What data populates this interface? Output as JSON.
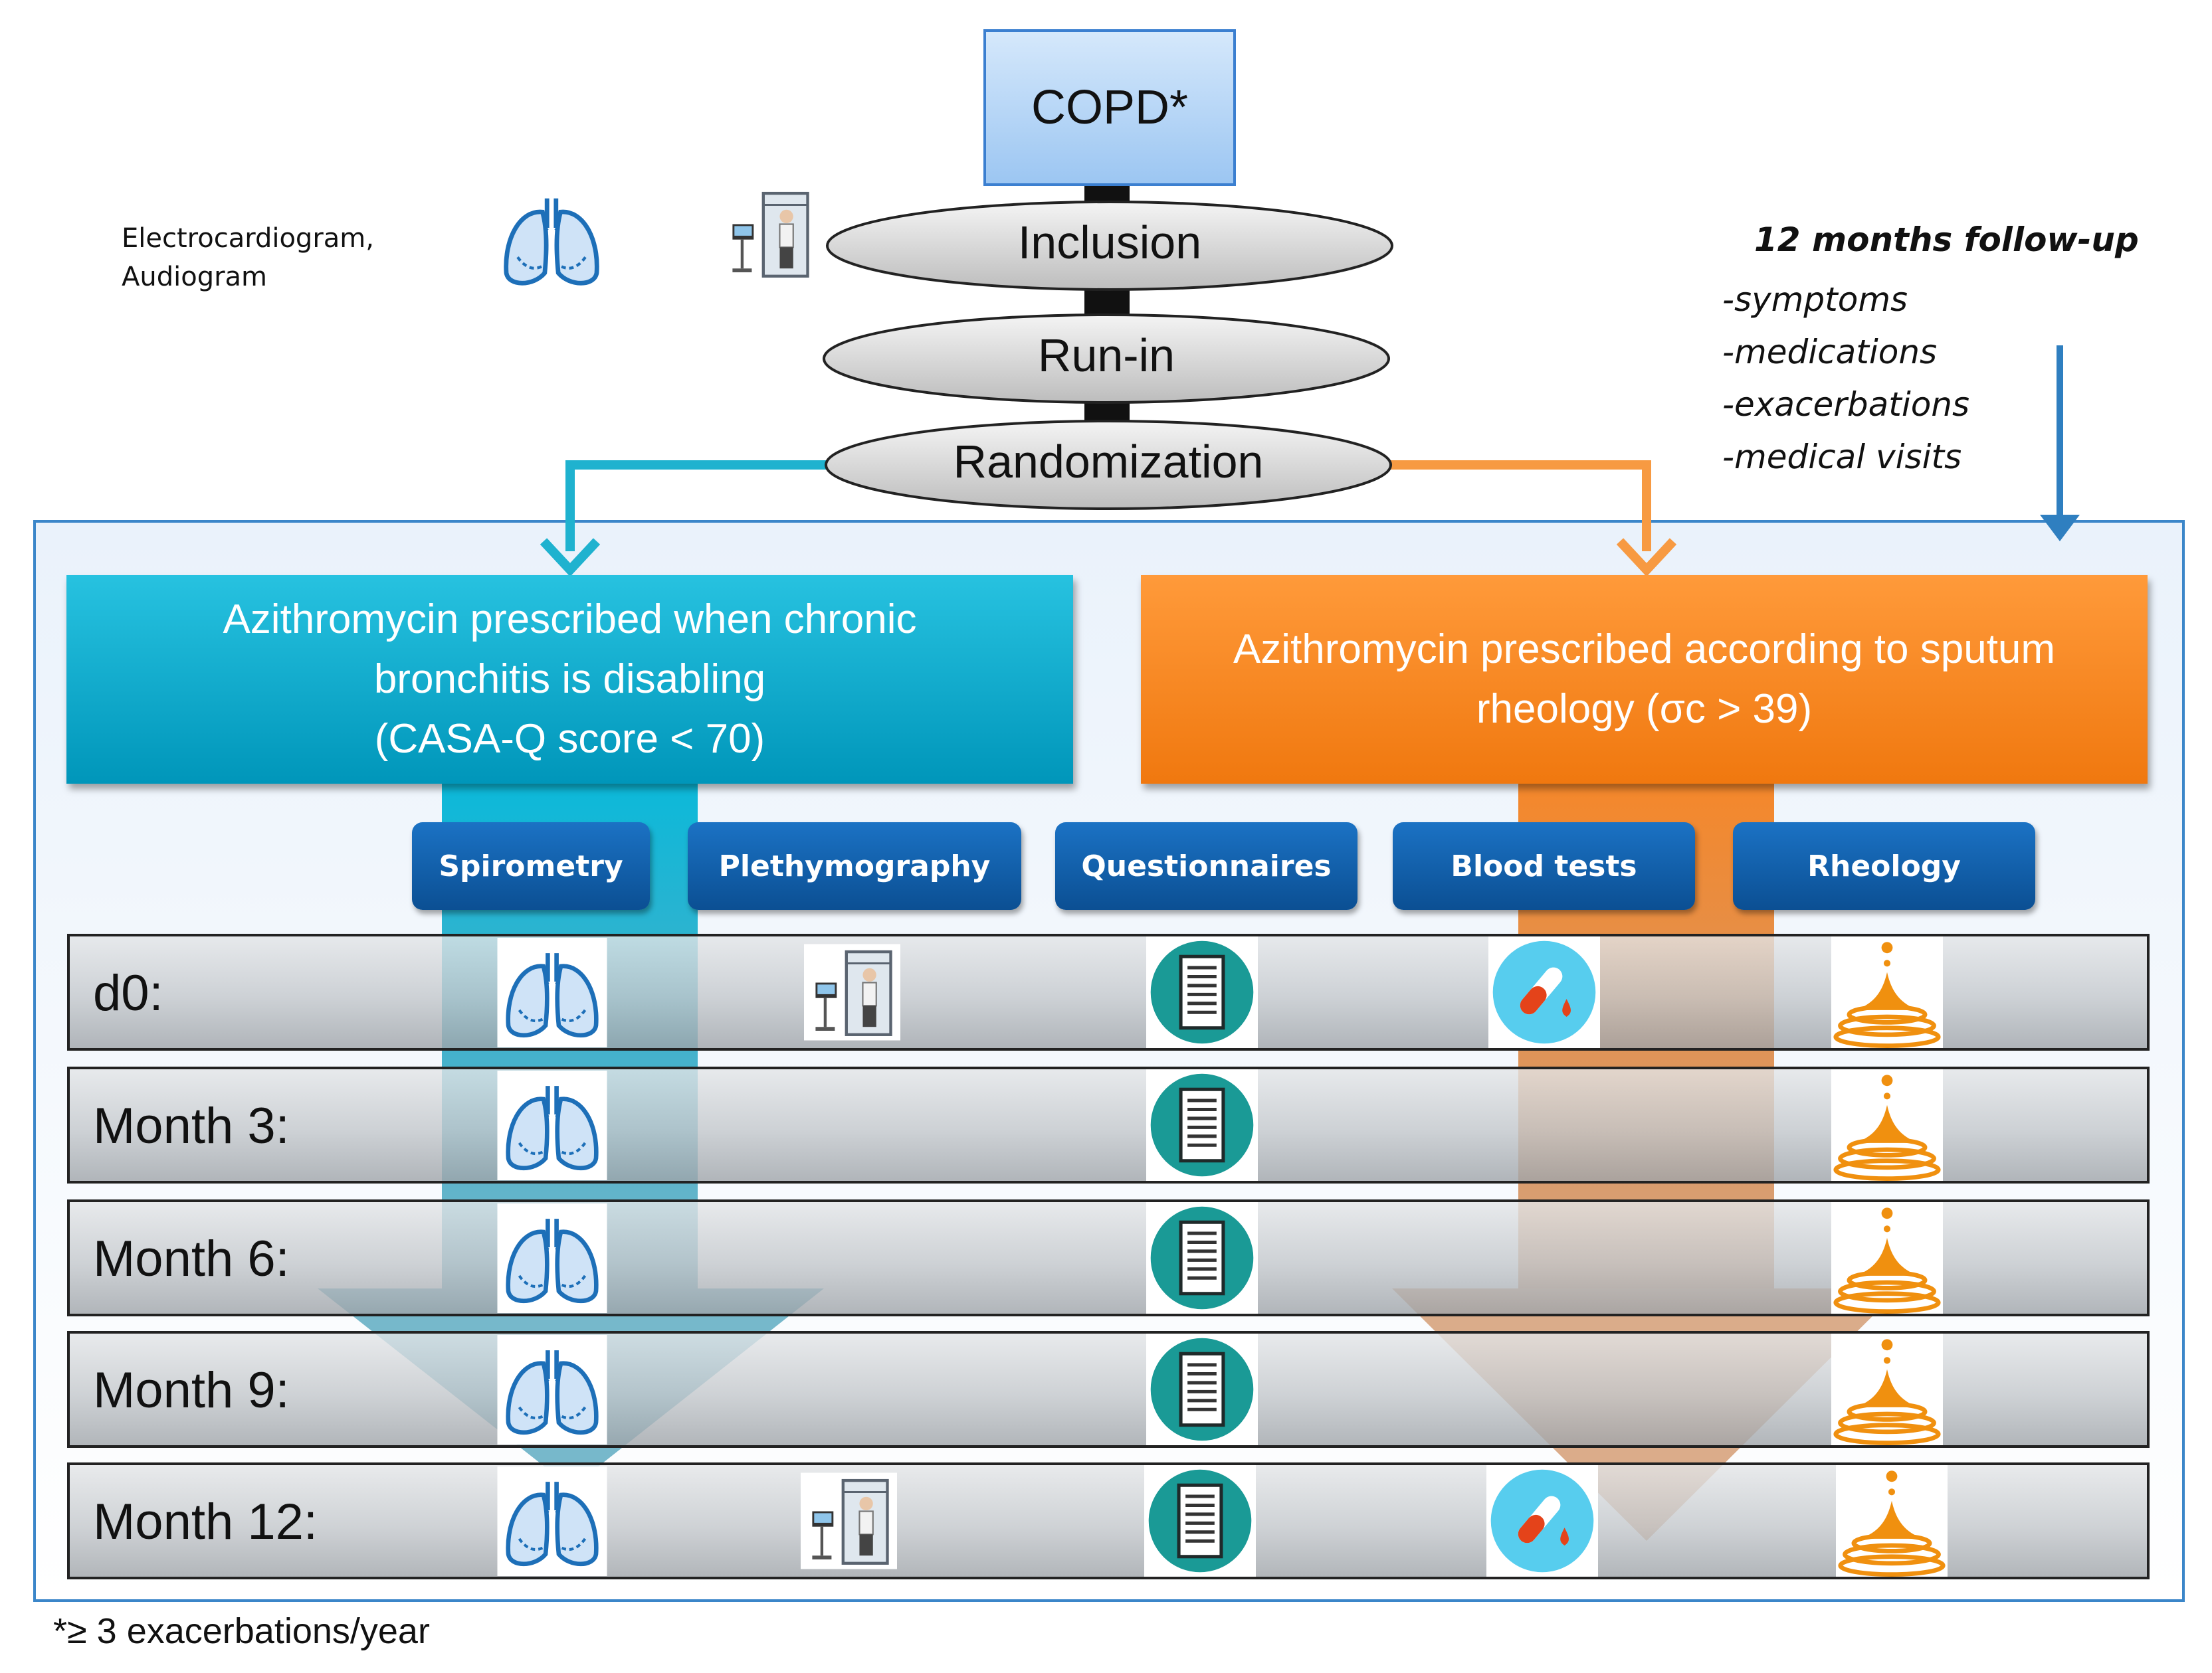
{
  "flow": {
    "copd": "COPD*",
    "inclusion": "Inclusion",
    "run_in": "Run-in",
    "randomization": "Randomization"
  },
  "side_note": {
    "line1": "Electrocardiogram,",
    "line2": "Audiogram"
  },
  "follow_up": {
    "title": "12 months follow-up",
    "items": [
      "-symptoms",
      "-medications",
      "-exacerbations",
      "-medical visits"
    ]
  },
  "arms": {
    "left": {
      "line1": "Azithromycin prescribed  when chronic",
      "line2": "bronchitis is disabling",
      "line3": "(CASA-Q  score < 70)"
    },
    "right": {
      "line1": "Azithromycin prescribed  according to sputum",
      "line2": "rheology (σc > 39)"
    }
  },
  "tests": [
    "Spirometry",
    "Plethymography",
    "Questionnaires",
    "Blood tests",
    "Rheology"
  ],
  "rows": [
    {
      "label": "d0:",
      "icons": [
        "lungs",
        "plethysmograph",
        "questionnaire",
        "blood-test",
        "rheology"
      ]
    },
    {
      "label": "Month 3:",
      "icons": [
        "lungs",
        "questionnaire",
        "rheology"
      ]
    },
    {
      "label": "Month 6:",
      "icons": [
        "lungs",
        "questionnaire",
        "rheology"
      ]
    },
    {
      "label": "Month 9:",
      "icons": [
        "lungs",
        "questionnaire",
        "rheology"
      ]
    },
    {
      "label": "Month 12:",
      "icons": [
        "lungs",
        "plethysmograph",
        "questionnaire",
        "blood-test",
        "rheology"
      ]
    }
  ],
  "footnote": "*≥ 3 exacerbations/year",
  "colors": {
    "blue_arm": "#00a6c8",
    "orange_arm": "#f58220",
    "button_blue": "#0f5ea8",
    "follow_arrow": "#2f7fc0"
  }
}
